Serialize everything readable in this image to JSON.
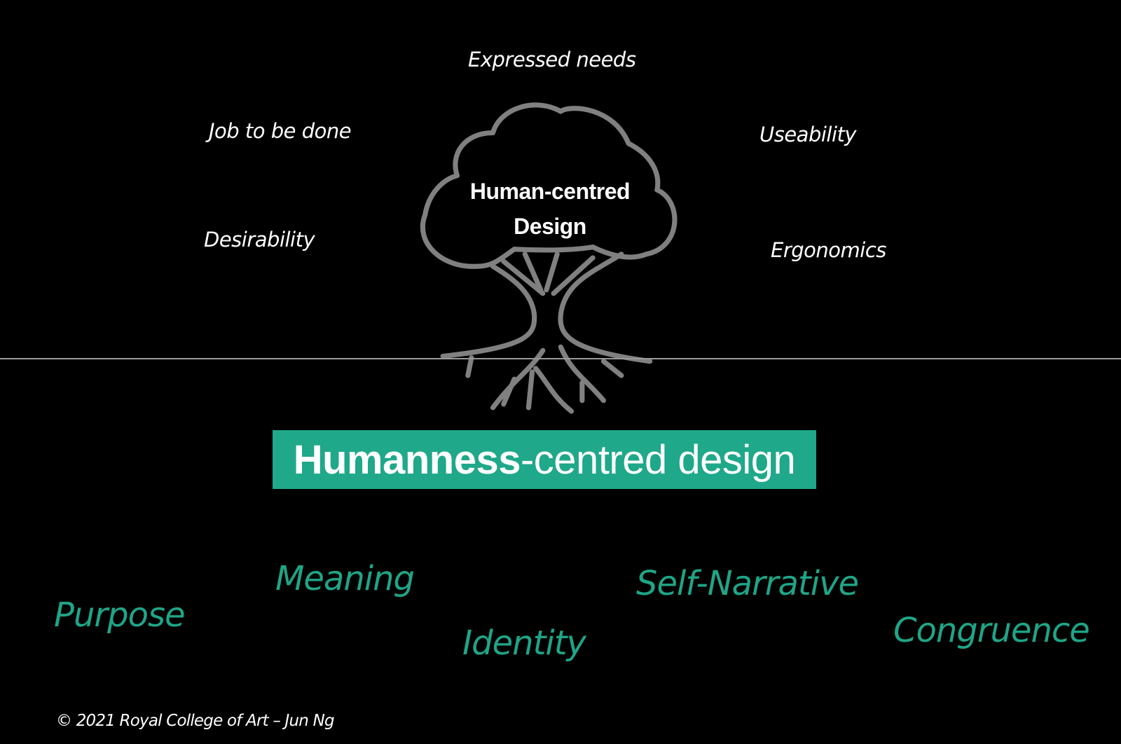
{
  "top_labels": {
    "expressed_needs": "Expressed needs",
    "job_to_be_done": "Job to be done",
    "useability": "Useability",
    "desirability": "Desirability",
    "ergonomics": "Ergonomics"
  },
  "tree": {
    "line1": "Human-centred",
    "line2": "Design"
  },
  "banner": {
    "bold": "Humanness",
    "regular": "-centred design",
    "color": "#1fa88a"
  },
  "bottom_labels": {
    "meaning": "Meaning",
    "self_narrative": "Self-Narrative",
    "purpose": "Purpose",
    "identity": "Identity",
    "congruence": "Congruence",
    "color": "#1fa587"
  },
  "footer": "© 2021 Royal College of Art – Jun Ng"
}
